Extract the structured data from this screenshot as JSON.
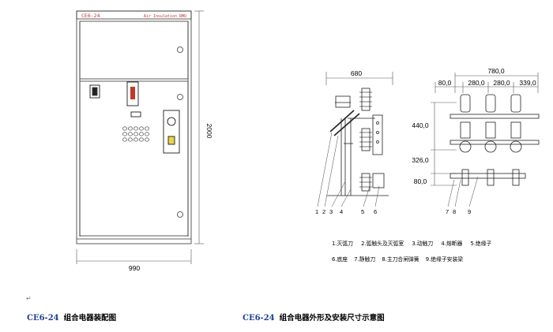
{
  "cabinet": {
    "model": "CE6-24",
    "header_text": "Air Insulation RMU",
    "dim_height": "2000",
    "dim_width": "990",
    "colors": {
      "header_text": "#c0392b",
      "panel_line": "#555555"
    }
  },
  "dimension_drawing": {
    "side_width": "680",
    "front_total": "780,0",
    "front_segments": [
      "80,0",
      "280,0",
      "280,0",
      "339,0"
    ],
    "vertical_dims": [
      "440,0",
      "326,0",
      "80,0"
    ],
    "part_numbers_side": [
      "1",
      "2",
      "3",
      "4",
      "5",
      "6"
    ],
    "part_numbers_front": [
      "7",
      "8",
      "9"
    ]
  },
  "legend": {
    "row1": [
      "1.灭弧刀",
      "2.弧触头及灭弧室",
      "3.动触刀",
      "4.熔断器",
      "5.绝缘子"
    ],
    "row2": [
      "6.底座",
      "7.静触刀",
      "8.主刀合闸弹簧",
      "9.绝缘子安装梁"
    ]
  },
  "captions": {
    "left_code": "CE6-24",
    "left_text": "组合电器装配图",
    "right_code": "CE6-24",
    "right_text": "组合电器外形及安装尺寸示意图"
  },
  "paragraph_mark": "↵"
}
